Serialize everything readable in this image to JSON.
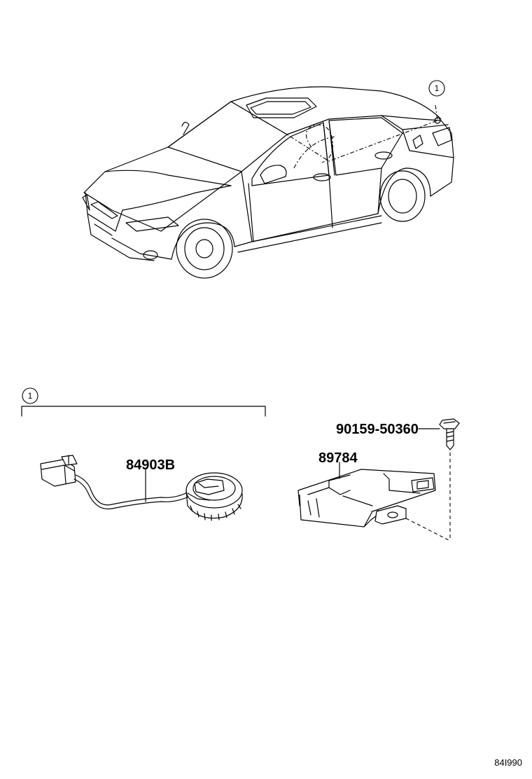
{
  "callouts": {
    "car_ref": "1",
    "group_ref": "1"
  },
  "parts": {
    "sensor_harness": "84903B",
    "module": "89784",
    "bolt": "90159-50360"
  },
  "figure_id": "84I990"
}
